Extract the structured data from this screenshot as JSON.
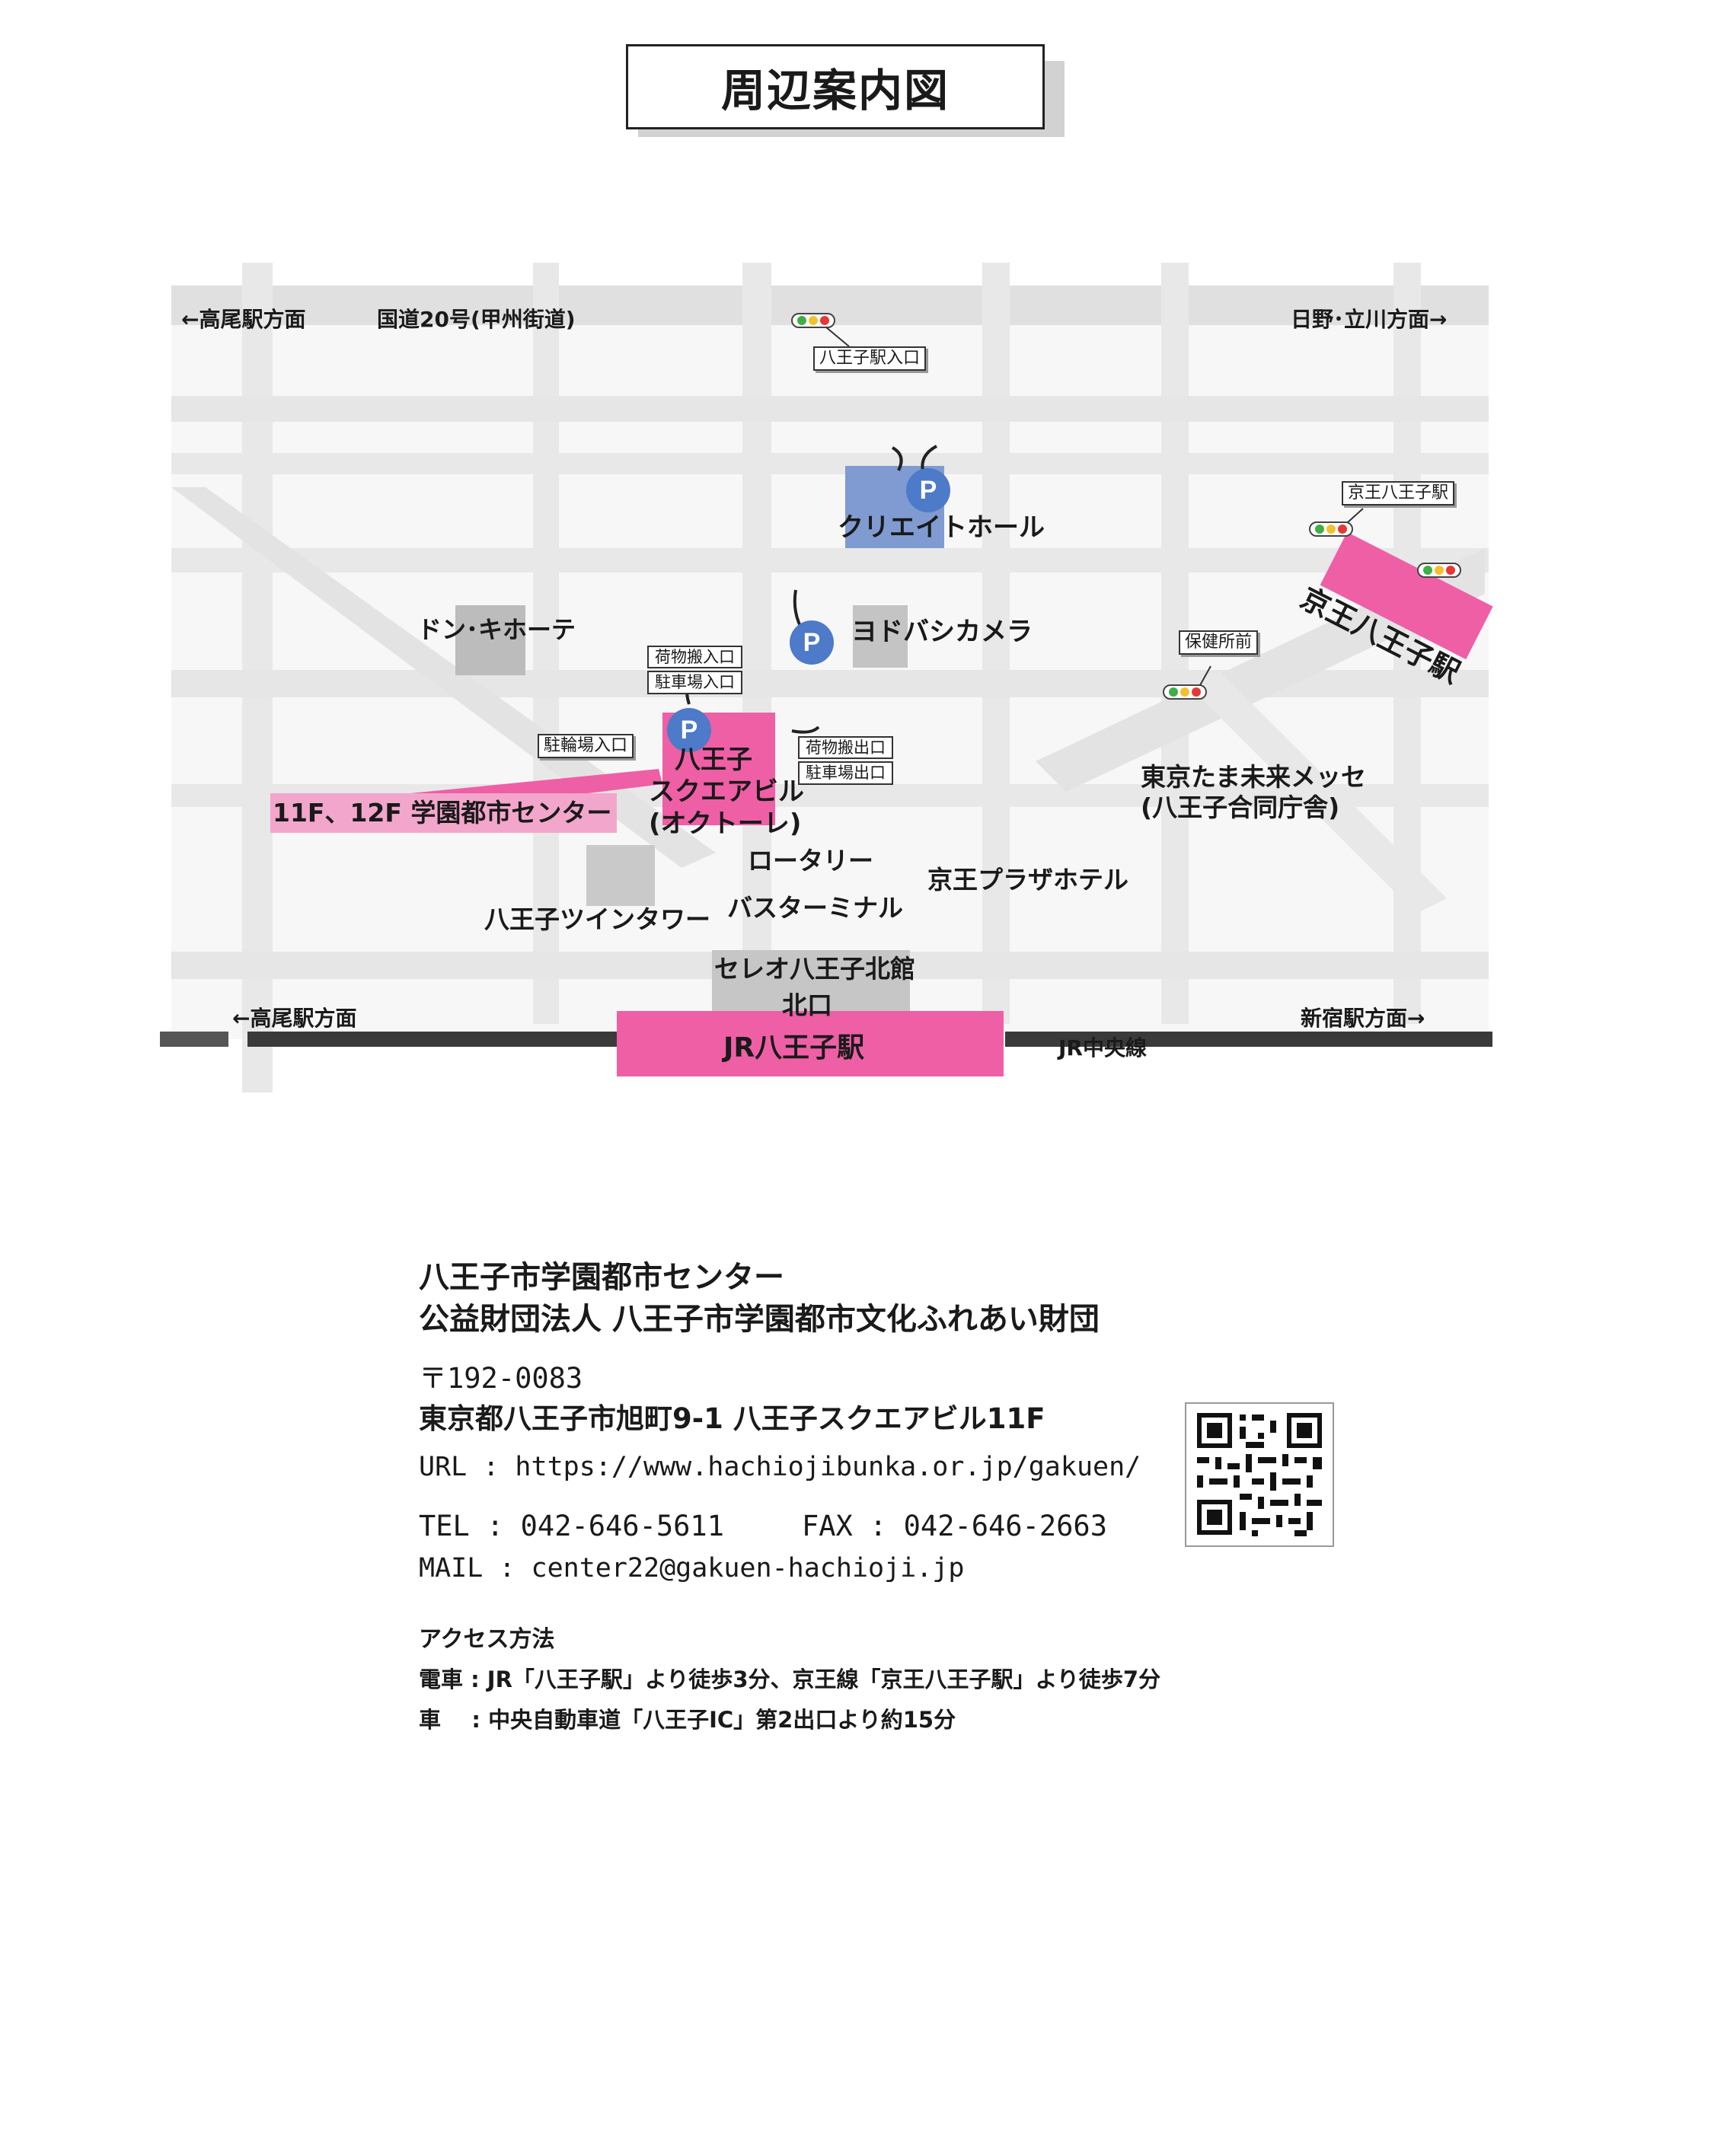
{
  "title": "周辺案内図",
  "map": {
    "direction_top_left": "←高尾駅方面",
    "road_top": "国道20号(甲州街道)",
    "direction_top_right": "日野･立川方面→",
    "direction_bottom_left": "←高尾駅方面",
    "direction_bottom_right": "新宿駅方面→",
    "rail_line": "JR中央線",
    "jr_station": "JR八王子駅",
    "north_exit": "北口",
    "keio_station_tag": "京王八王子駅",
    "keio_station": "京王八王子駅",
    "hachioji_entrance_tag": "八王子駅入口",
    "hokensho_tag": "保健所前",
    "create_hall": "クリエイトホール",
    "yodobashi": "ヨドバシカメラ",
    "don_quijote": "ドン･キホーテ",
    "square_building": [
      "八王子",
      "スクエアビル",
      "(オクトーレ)"
    ],
    "gakuen_center": "11F、12F 学園都市センター",
    "loading_in": "荷物搬入口",
    "parking_in": "駐車場入口",
    "loading_out": "荷物搬出口",
    "parking_out": "駐車場出口",
    "bicycle_entrance": "駐輪場入口",
    "messe": [
      "東京たま未来メッセ",
      "(八王子合同庁舎)"
    ],
    "keio_plaza": "京王プラザホテル",
    "rotary": "ロータリー",
    "bus_terminal": "バスターミナル",
    "twin_tower": "八王子ツインタワー",
    "celeo": "セレオ八王子北館",
    "parking_symbol": "P"
  },
  "info": {
    "org_name_1": "八王子市学園都市センター",
    "org_name_2": "公益財団法人 八王子市学園都市文化ふれあい財団",
    "postal": "〒192-0083",
    "address": "東京都八王子市旭町9-1  八王子スクエアビル11F",
    "url": "URL : https://www.hachiojibunka.or.jp/gakuen/",
    "tel": "TEL : 042-646-5611",
    "fax": "FAX : 042-646-2663",
    "mail": "MAIL :  center22@gakuen-hachioji.jp",
    "access_heading": "アクセス方法",
    "access_train": "電車 : JR「八王子駅」より徒歩3分、京王線「京王八王子駅」より徒歩7分",
    "access_car": "車    : 中央自動車道「八王子IC」第2出口より約15分"
  },
  "colors": {
    "pink": "#ee5fa6",
    "blue": "#4d7ac9",
    "road": "#e4e4e4",
    "building": "#bdbdbd",
    "rail": "#3a3a3a"
  },
  "icons": [
    "traffic-signal-icon",
    "parking-icon",
    "arrow-icon",
    "qr-code"
  ]
}
